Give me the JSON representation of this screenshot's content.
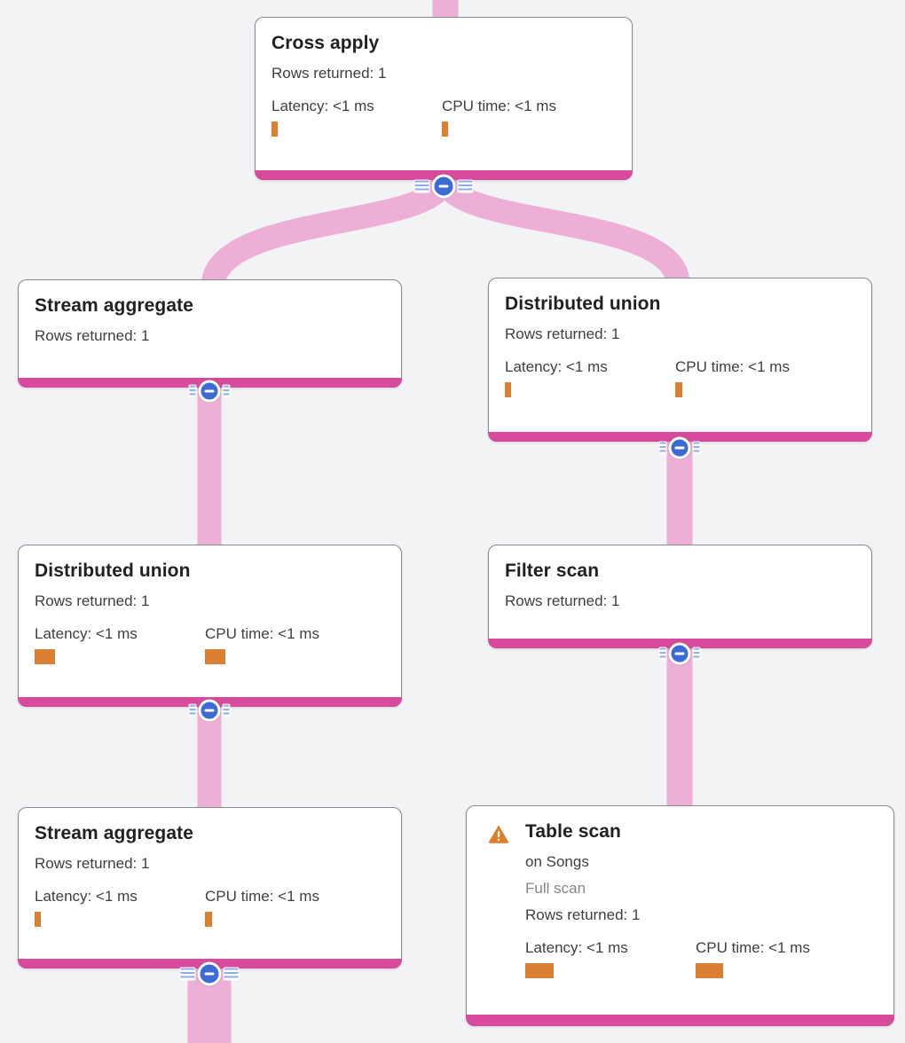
{
  "app": "query-execution-plan-visualizer",
  "colors": {
    "background": "#f1f3f4",
    "card_background": "#ffffff",
    "card_border": "#888c92",
    "node_footer_pink": "#d84a9b",
    "edge_pink": "#eeafd7",
    "collapse_button_blue": "#3b6bd3",
    "collapse_stripe_blue": "#8fadea",
    "metric_bar_orange": "#db8033",
    "warning_orange": "#dd7f2d",
    "title_text": "#202124",
    "body_text": "#3c4043",
    "muted_text": "#80868b"
  },
  "icons": {
    "collapse": "minus-icon",
    "warning": "warning-triangle-icon"
  },
  "nodes": [
    {
      "title": "Cross apply",
      "rows": "Rows returned: 1",
      "latency_label": "Latency: <1 ms",
      "cpu_label": "CPU time: <1 ms",
      "latency_bar": 7,
      "cpu_bar": 7
    },
    {
      "title": "Stream aggregate",
      "rows": "Rows returned: 1"
    },
    {
      "title": "Distributed union",
      "rows": "Rows returned: 1",
      "latency_label": "Latency: <1 ms",
      "cpu_label": "CPU time: <1 ms",
      "latency_bar": 7,
      "cpu_bar": 8
    },
    {
      "title": "Distributed union",
      "rows": "Rows returned: 1",
      "latency_label": "Latency: <1 ms",
      "cpu_label": "CPU time: <1 ms",
      "latency_bar": 23,
      "cpu_bar": 23
    },
    {
      "title": "Filter scan",
      "rows": "Rows returned: 1"
    },
    {
      "title": "Stream aggregate",
      "rows": "Rows returned: 1",
      "latency_label": "Latency: <1 ms",
      "cpu_label": "CPU time: <1 ms",
      "latency_bar": 7,
      "cpu_bar": 8
    },
    {
      "title": "Table scan",
      "on": "on Songs",
      "scan_type": "Full scan",
      "rows": "Rows returned: 1",
      "latency_label": "Latency: <1 ms",
      "cpu_label": "CPU time: <1 ms",
      "latency_bar": 32,
      "cpu_bar": 31,
      "has_warning": true
    }
  ]
}
